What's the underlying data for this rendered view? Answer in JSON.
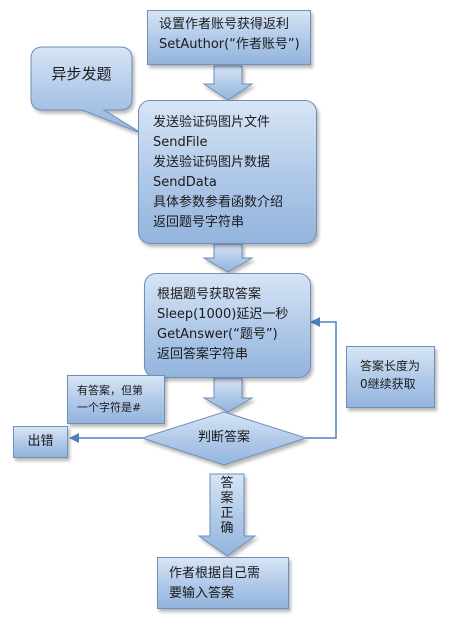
{
  "step_set_author": {
    "lines": [
      "设置作者账号获得返利",
      "SetAuthor(“作者账号”)"
    ]
  },
  "callout_async": {
    "text": "异步发题"
  },
  "step_send": {
    "lines": [
      "发送验证码图片文件",
      "SendFile",
      "发送验证码图片数据",
      "SendData",
      "具体参数参看函数介绍",
      "返回题号字符串"
    ]
  },
  "step_get_answer": {
    "lines": [
      "根据题号获取答案",
      "Sleep(1000)延迟一秒",
      "GetAnswer(“题号”)",
      "返回答案字符串"
    ]
  },
  "note_has_answer": {
    "lines": [
      "有答案，但第",
      "一个字符是#"
    ]
  },
  "note_length_zero": {
    "lines": [
      "答案长度为",
      "0继续获取"
    ]
  },
  "decision": {
    "text": "判断答案"
  },
  "error_box": {
    "text": "出错"
  },
  "arrow_correct_label": {
    "chars": [
      "答",
      "案",
      "正",
      "确"
    ]
  },
  "final_step": {
    "lines": [
      "作者根据自己需",
      "要输入答案"
    ]
  }
}
